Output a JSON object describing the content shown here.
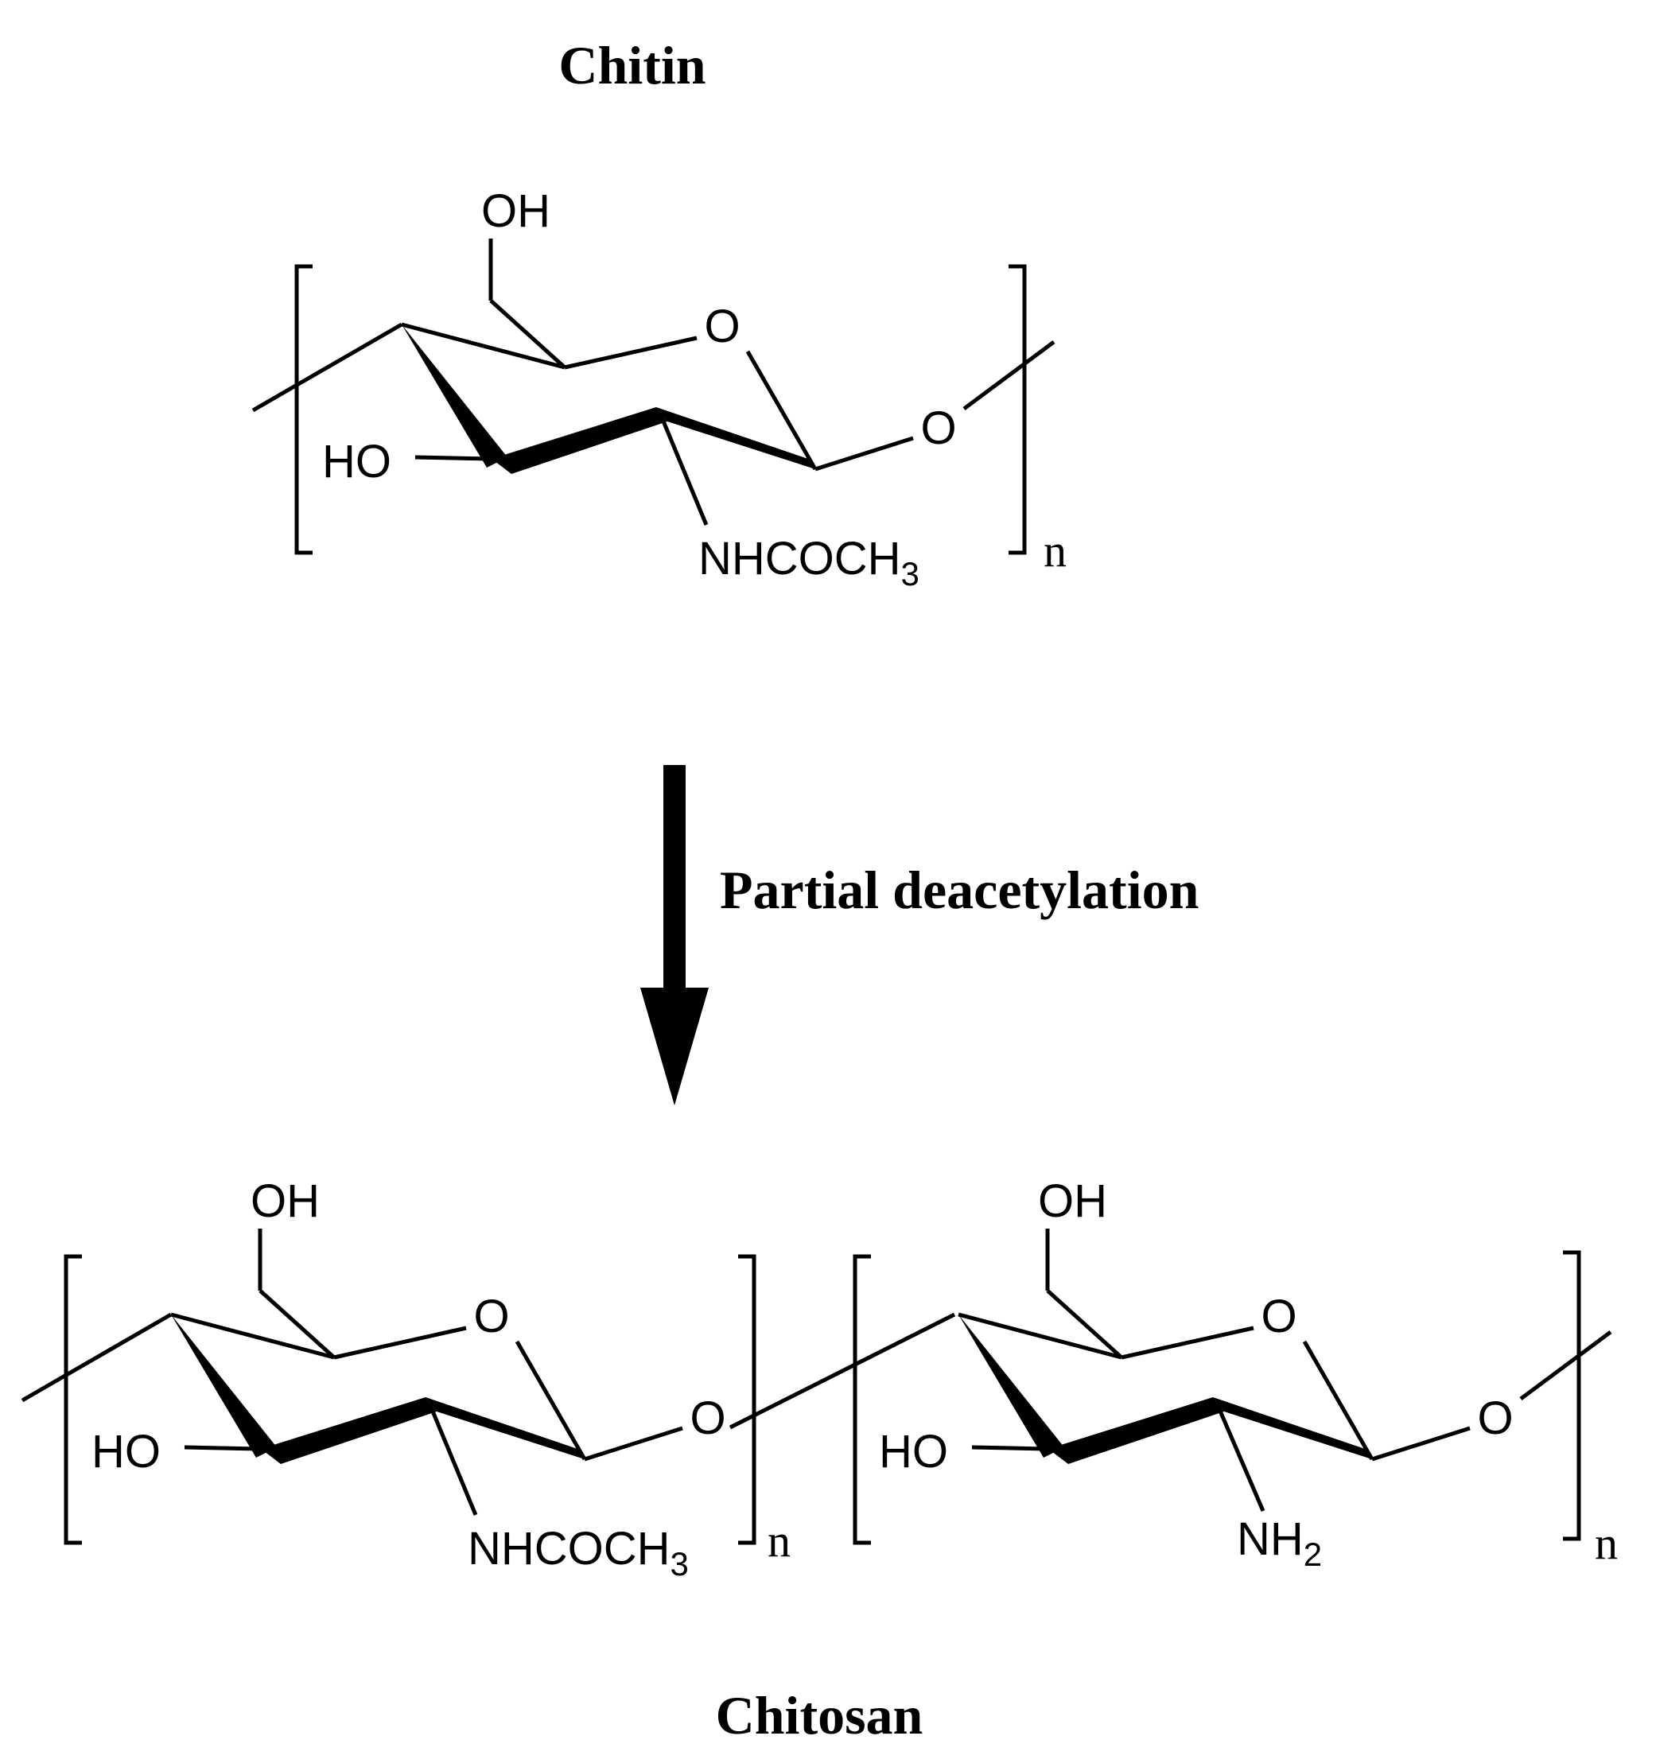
{
  "top_label": "Chitin",
  "bottom_label": "Chitosan",
  "reaction": {
    "label": "Partial deacetylation"
  },
  "chitin_unit": {
    "oh_top": "OH",
    "ring_o": "O",
    "glyco_o": "O",
    "ho_left": "HO",
    "substituent_main": "NHCOCH",
    "substituent_sub": "3",
    "repeat": "n"
  },
  "chitosan_unit_a": {
    "oh_top": "OH",
    "ring_o": "O",
    "glyco_o": "O",
    "ho_left": "HO",
    "substituent_main": "NHCOCH",
    "substituent_sub": "3",
    "repeat": "n"
  },
  "chitosan_unit_b": {
    "oh_top": "OH",
    "ring_o": "O",
    "glyco_o": "O",
    "ho_left": "HO",
    "substituent_main": "NH",
    "substituent_sub": "2",
    "repeat": "n"
  }
}
